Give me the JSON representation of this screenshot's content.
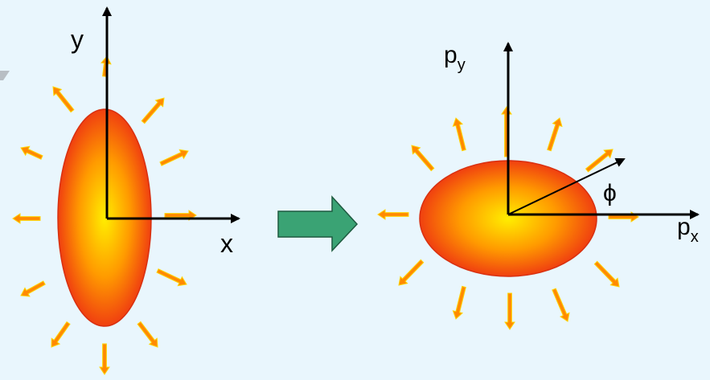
{
  "colors": {
    "background": "#e9f6fd",
    "ellipse_center": "#ffee00",
    "ellipse_mid": "#ff9a00",
    "ellipse_edge": "#f04010",
    "ellipse_stroke": "#d83010",
    "arrow_light": "#ffd400",
    "arrow_dark": "#ff8a00",
    "transition_arrow_fill": "#3aa374",
    "transition_arrow_stroke": "#1e5a40",
    "axis": "#000000"
  },
  "left_panel": {
    "x_axis_label": "x",
    "y_axis_label": "y"
  },
  "right_panel": {
    "x_axis_label_base": "p",
    "x_axis_label_sub": "x",
    "y_axis_label_base": "p",
    "y_axis_label_sub": "y",
    "angle_label": "ϕ"
  },
  "icons": {
    "transition": "right-arrow-icon",
    "emission": "small-arrow-icon"
  }
}
